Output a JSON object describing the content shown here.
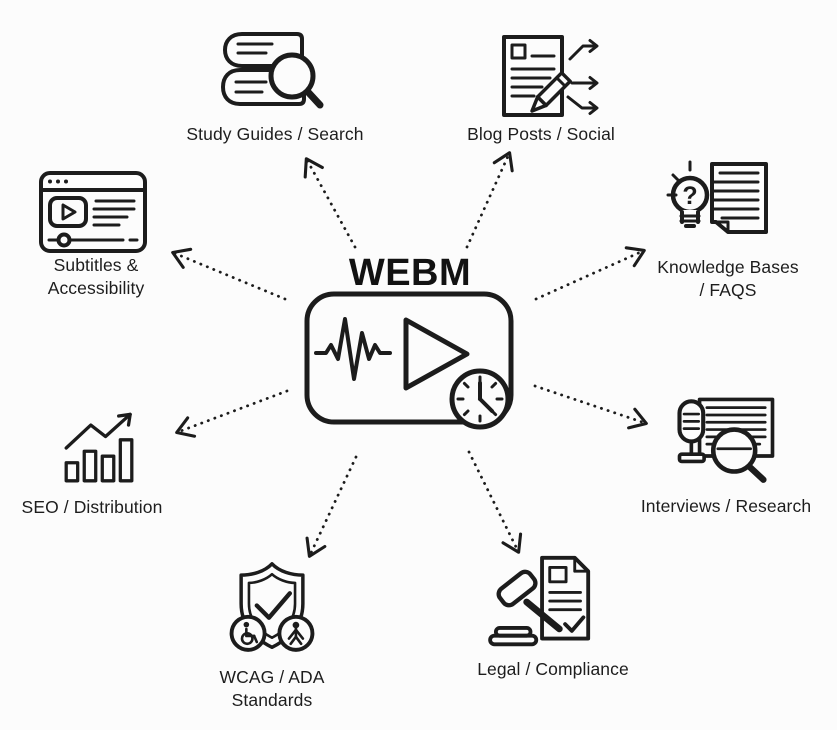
{
  "colors": {
    "ink": "#1c1c1c",
    "background": "#fcfcfc"
  },
  "center": {
    "title": "WEBM",
    "icon": "webm-video-player-icon"
  },
  "nodes": [
    {
      "id": "study-guides-search",
      "label": "Study Guides / Search",
      "icon": "books-magnifier-icon"
    },
    {
      "id": "blog-posts-social",
      "label": "Blog Posts / Social",
      "icon": "document-pencil-share-icon"
    },
    {
      "id": "subtitles-accessibility",
      "label": "Subtitles &\nAccessibility",
      "icon": "video-player-captions-icon"
    },
    {
      "id": "knowledge-bases-faqs",
      "label": "Knowledge Bases\n/ FAQS",
      "icon": "lightbulb-question-document-icon",
      "glyph": "?"
    },
    {
      "id": "seo-distribution",
      "label": "SEO / Distribution",
      "icon": "bar-chart-growth-icon"
    },
    {
      "id": "interviews-research",
      "label": "Interviews / Research",
      "icon": "microphone-document-magnifier-icon"
    },
    {
      "id": "wcag-ada-standards",
      "label": "WCAG / ADA\nStandards",
      "icon": "shield-check-accessibility-icon"
    },
    {
      "id": "legal-compliance",
      "label": "Legal / Compliance",
      "icon": "gavel-document-icon"
    }
  ]
}
